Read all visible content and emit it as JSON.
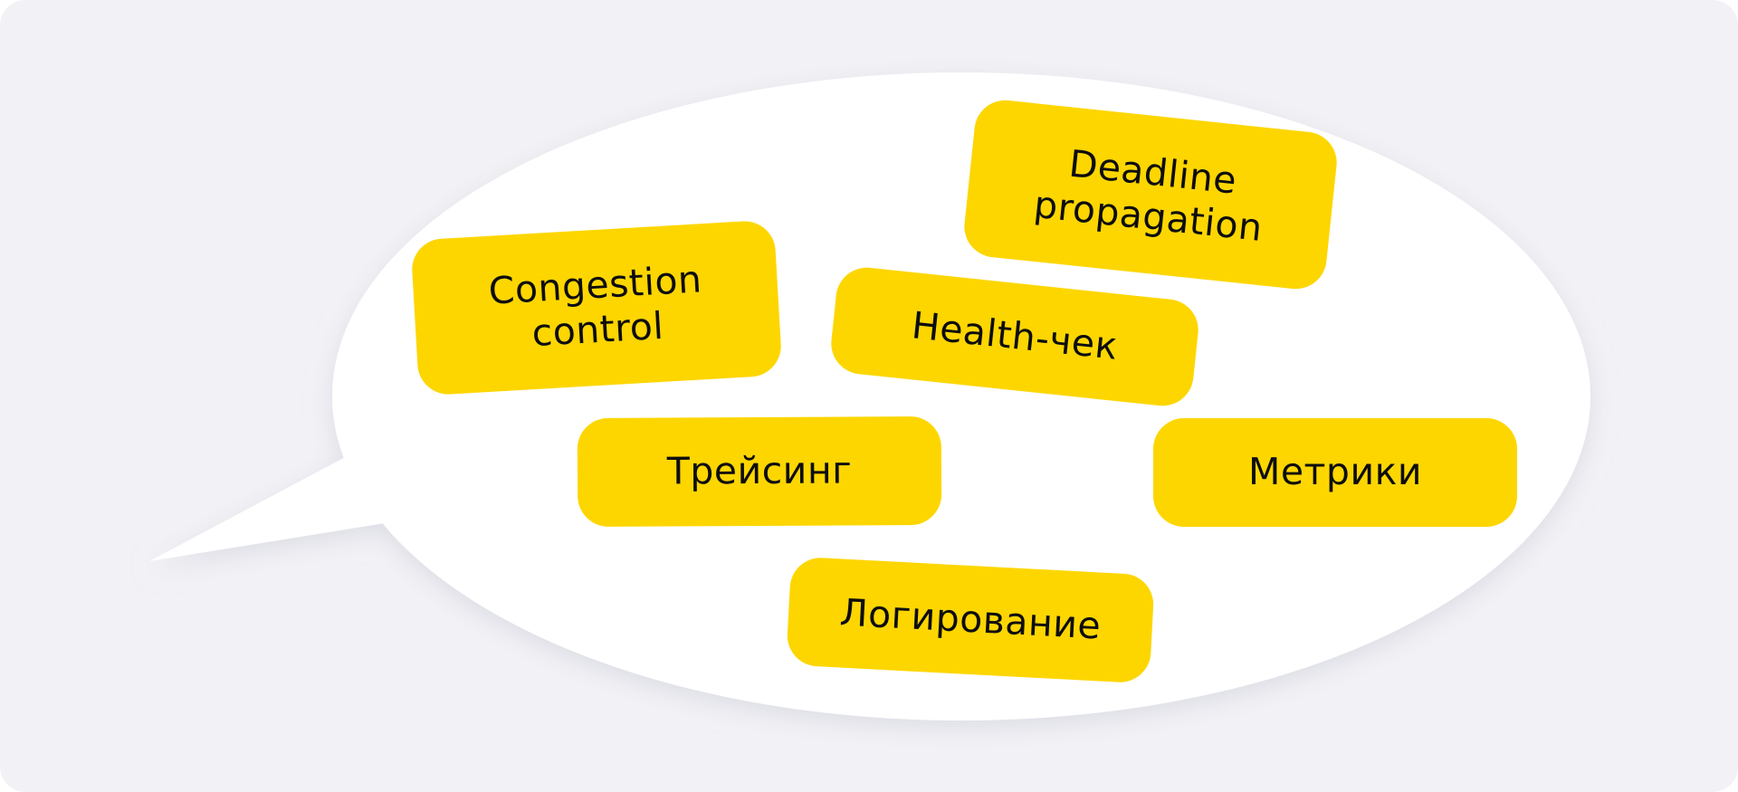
{
  "colors": {
    "background": "#f2f2f6",
    "bubble": "#ffffff",
    "tag_fill": "#fdd600",
    "tag_text": "#0d0d0d"
  },
  "tags": {
    "congestion": {
      "line1": "Congestion",
      "line2": "control"
    },
    "deadline": {
      "line1": "Deadline",
      "line2": "propagation"
    },
    "health": {
      "label": "Health-чек"
    },
    "tracing": {
      "label": "Трейсинг"
    },
    "metrics": {
      "label": "Метрики"
    },
    "logging": {
      "label": "Логирование"
    }
  }
}
